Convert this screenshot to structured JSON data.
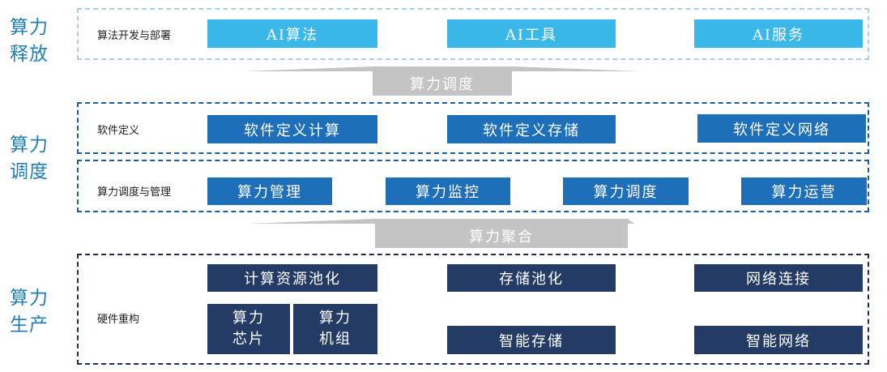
{
  "side_labels": {
    "release": [
      "算力",
      "释放"
    ],
    "schedule": [
      "算力",
      "调度"
    ],
    "produce": [
      "算力",
      "生产"
    ]
  },
  "layers": {
    "ai_dev": {
      "label": "算法开发与部署",
      "blocks": [
        "AI算法",
        "AI工具",
        "AI服务"
      ]
    },
    "software_defined": {
      "label": "软件定义",
      "blocks": [
        "软件定义计算",
        "软件定义存储",
        "软件定义网络"
      ]
    },
    "management": {
      "label": "算力调度与管理",
      "blocks": [
        "算力管理",
        "算力监控",
        "算力调度",
        "算力运营"
      ]
    },
    "hardware": {
      "label": "硬件重构",
      "top_blocks": [
        "计算资源池化",
        "存储池化",
        "网络连接"
      ],
      "chip": [
        "算力",
        "芯片"
      ],
      "unit": [
        "算力",
        "机组"
      ],
      "bottom_blocks": [
        "智能存储",
        "智能网络"
      ]
    }
  },
  "arrows": {
    "upper": "算力调度",
    "lower": "算力聚合"
  },
  "colors": {
    "side_text": "#1f7fb5",
    "light_block": "#3ab8ea",
    "mid_block": "#1e6fba",
    "dark_block": "#243b66",
    "arrow": "#c4c4c4"
  }
}
